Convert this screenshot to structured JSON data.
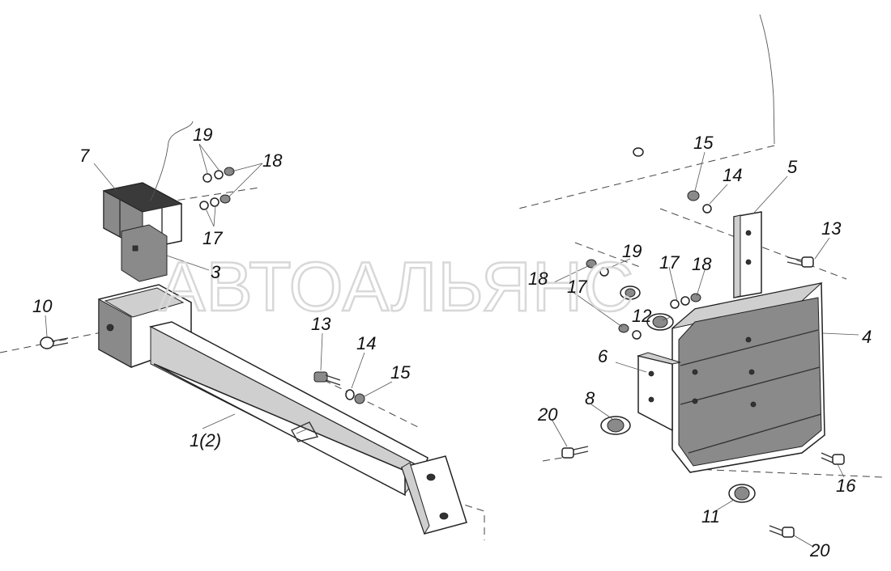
{
  "watermark": "АВТОАЛЬЯНС",
  "callouts": [
    {
      "id": "label-7",
      "text": "7"
    },
    {
      "id": "label-19-left",
      "text": "19"
    },
    {
      "id": "label-18-left",
      "text": "18"
    },
    {
      "id": "label-17-left",
      "text": "17"
    },
    {
      "id": "label-3",
      "text": "3"
    },
    {
      "id": "label-10",
      "text": "10"
    },
    {
      "id": "label-13-left",
      "text": "13"
    },
    {
      "id": "label-14-left",
      "text": "14"
    },
    {
      "id": "label-15-left",
      "text": "15"
    },
    {
      "id": "label-1-2",
      "text": "1(2)"
    },
    {
      "id": "label-15-right",
      "text": "15"
    },
    {
      "id": "label-14-right",
      "text": "14"
    },
    {
      "id": "label-5",
      "text": "5"
    },
    {
      "id": "label-13-right",
      "text": "13"
    },
    {
      "id": "label-19-right",
      "text": "19"
    },
    {
      "id": "label-18-right-a",
      "text": "18"
    },
    {
      "id": "label-17-right-a",
      "text": "17"
    },
    {
      "id": "label-18-right-b",
      "text": "18"
    },
    {
      "id": "label-17-right-b",
      "text": "17"
    },
    {
      "id": "label-12",
      "text": "12"
    },
    {
      "id": "label-4",
      "text": "4"
    },
    {
      "id": "label-6",
      "text": "6"
    },
    {
      "id": "label-8",
      "text": "8"
    },
    {
      "id": "label-20-left",
      "text": "20"
    },
    {
      "id": "label-16",
      "text": "16"
    },
    {
      "id": "label-11",
      "text": "11"
    },
    {
      "id": "label-20-right",
      "text": "20"
    }
  ]
}
